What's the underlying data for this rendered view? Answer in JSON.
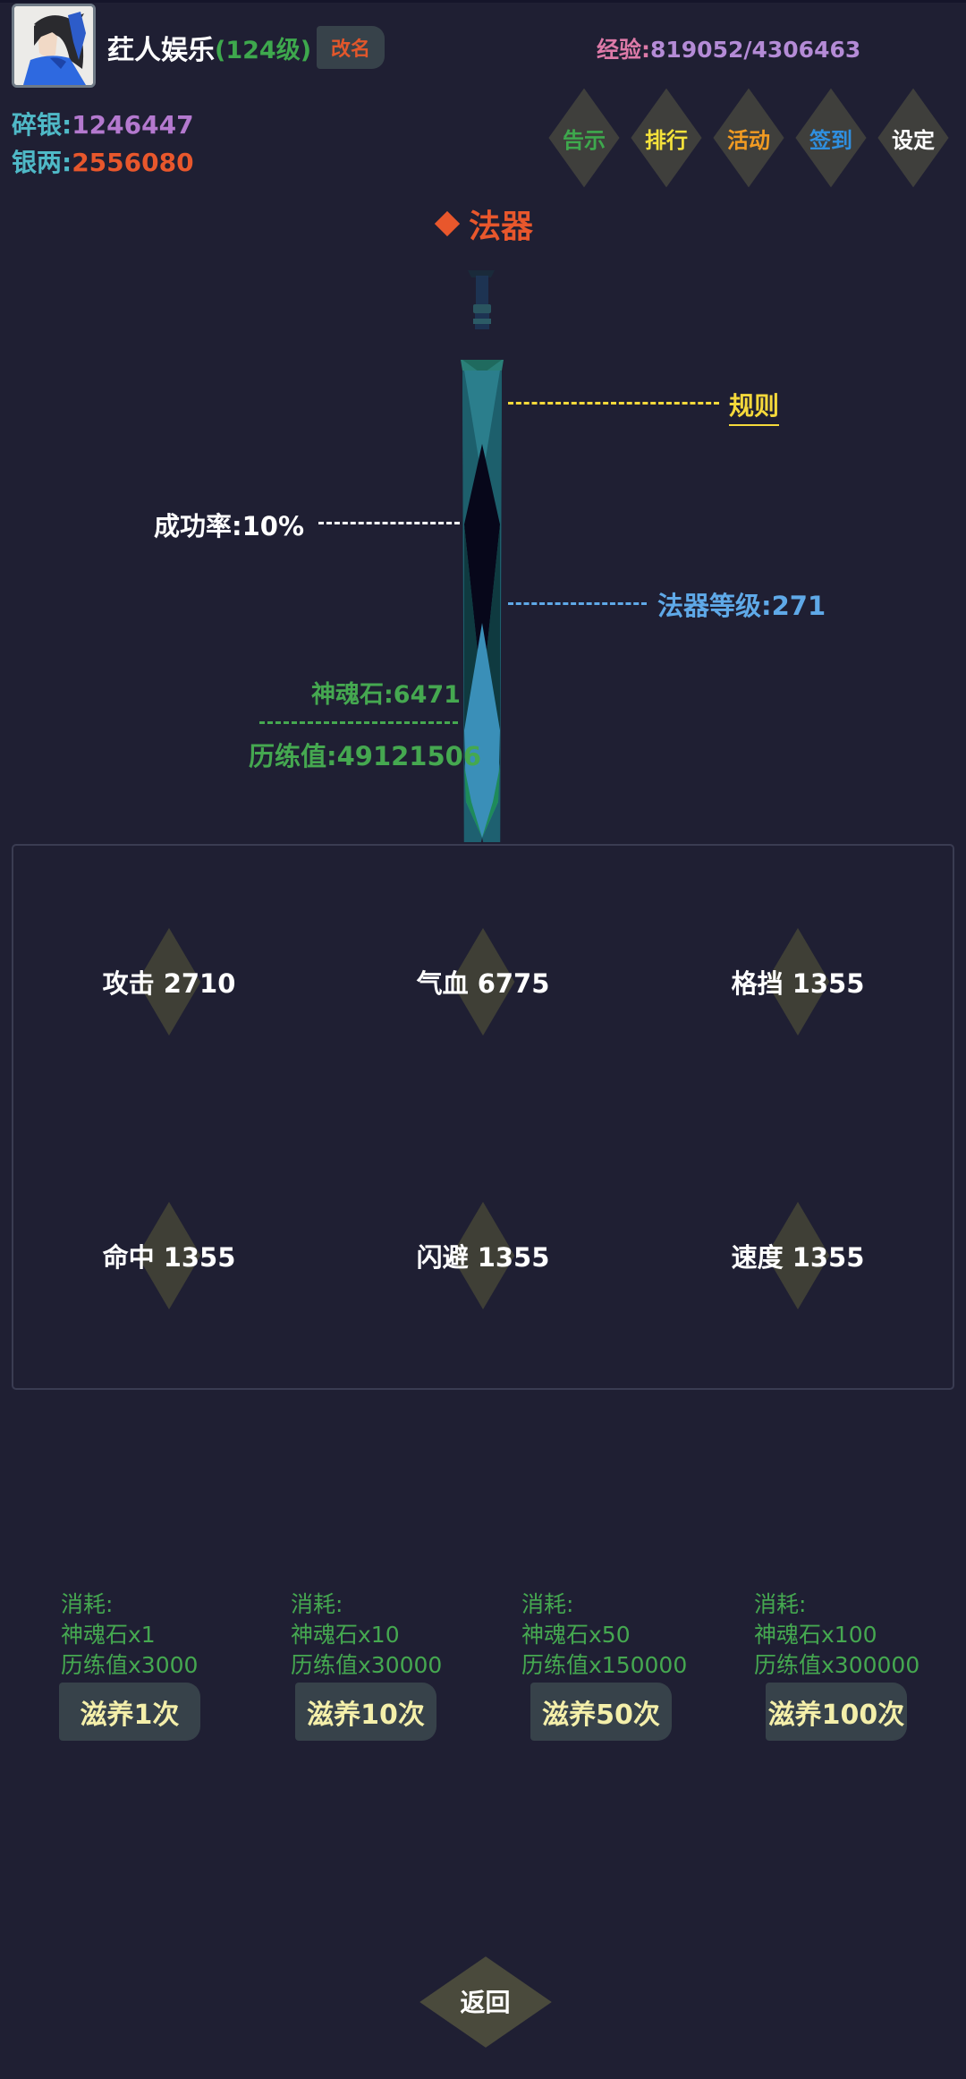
{
  "player": {
    "name": "荭人娱乐",
    "level": "(124级)",
    "rename_label": "改名",
    "exp_label": "经验:",
    "exp_value": "819052/4306463"
  },
  "currency": {
    "silver_bits_label": "碎银:",
    "silver_bits_value": "1246447",
    "silver_taels_label": "银两:",
    "silver_taels_value": "2556080"
  },
  "nav": [
    {
      "label": "告示",
      "color": "#3ea84d"
    },
    {
      "label": "排行",
      "color": "#f5e23b"
    },
    {
      "label": "活动",
      "color": "#f29b22"
    },
    {
      "label": "签到",
      "color": "#2f8fe0"
    },
    {
      "label": "设定",
      "color": "#ffffff"
    }
  ],
  "page": {
    "title": "法器"
  },
  "artifact": {
    "rule_label": "规则",
    "success_rate": "成功率:10%",
    "artifact_level": "法器等级:271",
    "soul_stone": "神魂石:6471",
    "experience": "历练值:49121506"
  },
  "stats": [
    {
      "label": "攻击 2710"
    },
    {
      "label": "气血 6775"
    },
    {
      "label": "格挡 1355"
    },
    {
      "label": "命中 1355"
    },
    {
      "label": "闪避 1355"
    },
    {
      "label": "速度 1355"
    }
  ],
  "nourish": [
    {
      "cost_title": "消耗:",
      "stone": "神魂石x1",
      "exp": "历练值x3000",
      "button": "滋养1次"
    },
    {
      "cost_title": "消耗:",
      "stone": "神魂石x10",
      "exp": "历练值x30000",
      "button": "滋养10次"
    },
    {
      "cost_title": "消耗:",
      "stone": "神魂石x50",
      "exp": "历练值x150000",
      "button": "滋养50次"
    },
    {
      "cost_title": "消耗:",
      "stone": "神魂石x100",
      "exp": "历练值x300000",
      "button": "滋养100次"
    }
  ],
  "back_label": "返回",
  "colors": {
    "background": "#1f1f33",
    "accent_orange": "#e8572c",
    "green": "#45a850",
    "yellow": "#f5d93b",
    "blue": "#5fa9e8",
    "button_bg": "#37424a"
  }
}
